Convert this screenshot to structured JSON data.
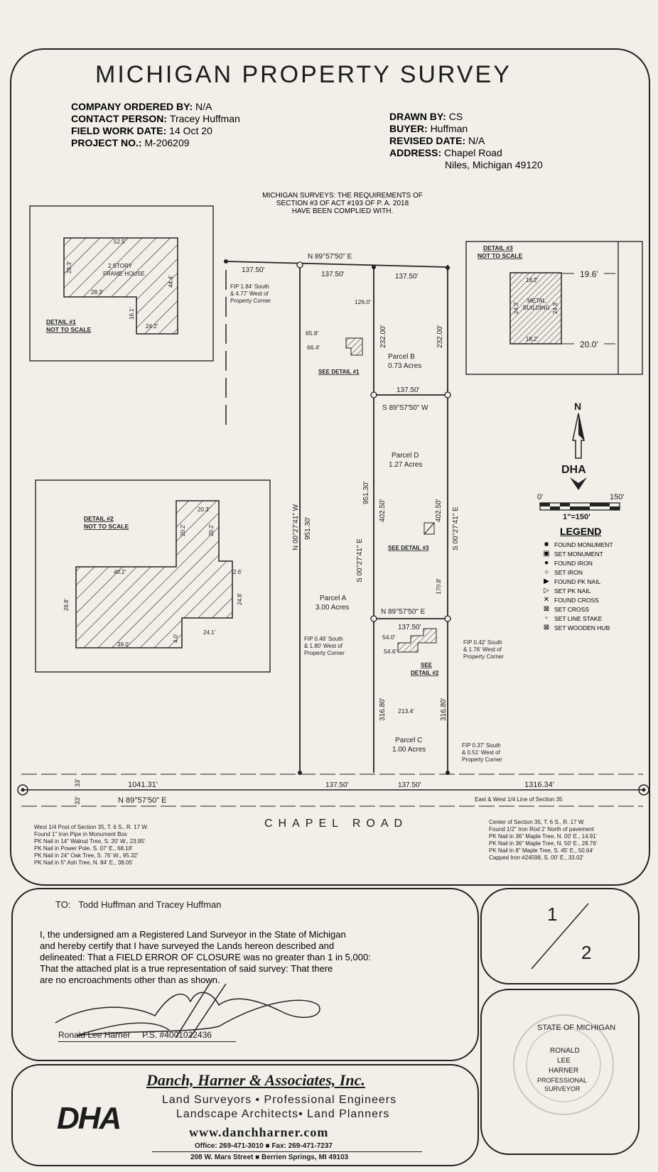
{
  "title": "MICHIGAN PROPERTY SURVEY",
  "left_info": [
    {
      "label": "COMPANY ORDERED BY:",
      "value": "N/A"
    },
    {
      "label": "CONTACT PERSON:",
      "value": "Tracey Huffman"
    },
    {
      "label": "FIELD WORK DATE:",
      "value": "14 Oct 20"
    },
    {
      "label": "PROJECT NO.:",
      "value": "M-206209"
    }
  ],
  "right_info": [
    {
      "label": "DRAWN BY:",
      "value": "CS"
    },
    {
      "label": "BUYER:",
      "value": "Huffman"
    },
    {
      "label": "REVISED DATE:",
      "value": "N/A"
    },
    {
      "label": "ADDRESS:",
      "value": "Chapel Road"
    }
  ],
  "address_line2": "Niles, Michigan 49120",
  "compliance": [
    "MICHIGAN SURVEYS: THE REQUIREMENTS OF",
    "SECTION #3 OF ACT #193 OF P. A. 2018",
    "HAVE BEEN COMPLIED WITH."
  ],
  "detail1": {
    "label": "DETAIL #1",
    "note": "NOT TO SCALE",
    "house": "2 STORY",
    "house2": "FRAME HOUSE",
    "dims": [
      "52.5'",
      "28.3'",
      "28.3'",
      "44.4'",
      "16.1'",
      "24.2'"
    ]
  },
  "detail2": {
    "label": "DETAIL #2",
    "note": "NOT TO SCALE",
    "dims": [
      "20.3'",
      "20.2'",
      "20.2'",
      "40.2'",
      "2.6'",
      "28.8'",
      "24.8'",
      "24.1'",
      "39.0'",
      "4.0'"
    ]
  },
  "detail3": {
    "label": "DETAIL #3",
    "note": "NOT TO SCALE",
    "building": "METAL",
    "building2": "BUILDING",
    "dims": [
      "18.2'",
      "24.3'",
      "24.3'",
      "18.2'",
      "19.6'",
      "20.0'"
    ]
  },
  "plat": {
    "bearing_n": "N 89°57'50\" E",
    "bearing_mid": "S 89°57'50\" W",
    "bearing_lower": "N 89°57'50\" E",
    "bearing_road": "N 89°57'50\" E",
    "bearing_west": "N 00°27'41\" W",
    "bearing_center": "S 00°27'41\" E",
    "bearing_east": "S 00°27'41\" E",
    "d_13750": "137.50'",
    "d_126": "126.0'",
    "d_232": "232.00'",
    "d_658": "65.8'",
    "d_664": "66.4'",
    "d_95130": "951.30'",
    "d_40250": "402.50'",
    "d_1708": "170.8'",
    "d_540": "54.0'",
    "d_546": "54.6'",
    "d_31680": "316.80'",
    "d_2134": "213.4'",
    "d_104131": "1041.31'",
    "d_131634": "1316.34'",
    "d_33": "33'",
    "see1": "SEE DETAIL #1",
    "see2a": "SEE",
    "see2b": "DETAIL #2",
    "see3": "SEE DETAIL #3",
    "parcel_a": "Parcel A",
    "parcel_a_ac": "3.00 Acres",
    "parcel_b": "Parcel B",
    "parcel_b_ac": "0.73 Acres",
    "parcel_c": "Parcel C",
    "parcel_c_ac": "1.00 Acres",
    "parcel_d": "Parcel D",
    "parcel_d_ac": "1.27 Acres",
    "fip1": [
      "FIP 1.84' South",
      "& 4.77' West of",
      "Property Corner"
    ],
    "fip2": [
      "FIP 0.46' South",
      "& 1.80' West of",
      "Property Corner"
    ],
    "fip3": [
      "FIP 0.42' South",
      "& 1.76' West of",
      "Property Corner"
    ],
    "fip4": [
      "FIP 0.37' South",
      "& 0.51' West of",
      "Property Corner"
    ],
    "road": "CHAPEL ROAD",
    "quarter_line": "East & West 1/4 Line of Section 35",
    "west_post": [
      "West 1/4 Post of Section 35, T. 6 S., R. 17 W.",
      "Found 1\" Iron Pipe in Monument Box",
      "PK Nail in 14\" Walnut Tree, S. 20' W., 23.95'",
      "PK Nail in Power Pole, S. 07' E., 68.18'",
      "PK Nail in 24\" Oak Tree, S. 76' W., 95.32'",
      "PK Nail in 5\" Ash Tree, N. 84' E., 38.05'"
    ],
    "center_post": [
      "Center of Section 35, T. 6 S., R. 17 W.",
      "Found 1/2\" Iron Rod 2' North of pavement",
      "PK Nail in 36\" Maple Tree, N. 00' E., 14.91'",
      "PK Nail in 36\" Maple Tree, N. 50' E., 28.76'",
      "PK Nail in 8\" Maple Tree, S. 45' E., 50.64'",
      "Capped Iron #24598, S. 00' E., 33.02'"
    ]
  },
  "north": {
    "letter": "N",
    "logo": "DHA",
    "scale0": "0'",
    "scale150": "150'",
    "scale_ratio": "1\"=150'"
  },
  "legend": {
    "title": "LEGEND",
    "items": [
      {
        "sym": "■",
        "label": "FOUND MONUMENT"
      },
      {
        "sym": "▣",
        "label": "SET MONUMENT"
      },
      {
        "sym": "●",
        "label": "FOUND IRON"
      },
      {
        "sym": "○",
        "label": "SET IRON"
      },
      {
        "sym": "▶",
        "label": "FOUND PK NAIL"
      },
      {
        "sym": "▷",
        "label": "SET PK NAIL"
      },
      {
        "sym": "✕",
        "label": "FOUND CROSS"
      },
      {
        "sym": "⊠",
        "label": "SET CROSS"
      },
      {
        "sym": "▫",
        "label": "SET LINE STAKE"
      },
      {
        "sym": "⊠",
        "label": "SET WOODEN HUB"
      }
    ]
  },
  "certification": {
    "to_label": "TO:",
    "to_names": "Todd Huffman and Tracey Huffman",
    "lines": [
      "I, the undersigned am a Registered Land Surveyor in the State of Michigan",
      "and hereby certify that I have surveyed the Lands hereon described and",
      "delineated: That a FIELD ERROR OF CLOSURE was no greater than 1 in 5,000:",
      "That the attached plat is a true representation of said survey: That there",
      "are no encroachments other than as shown."
    ],
    "surveyor": "Ronald Lee Harner",
    "ps": "P.S. #4001022436"
  },
  "sheet": {
    "num": "1",
    "total": "2"
  },
  "seal": [
    "STATE OF MICHIGAN",
    "RONALD",
    "LEE",
    "HARNER",
    "PROFESSIONAL",
    "SURVEYOR"
  ],
  "company": {
    "name": "Danch, Harner & Associates, Inc.",
    "logo": "DHA",
    "line1": "Land Surveyors • Professional Engineers",
    "line2": "Landscape Architects• Land Planners",
    "web": "www.danchharner.com",
    "phone": "Office: 269-471-3010  ■  Fax: 269-471-7237",
    "address": "208 W. Mars Street  ■  Berrien Springs, MI  49103"
  }
}
